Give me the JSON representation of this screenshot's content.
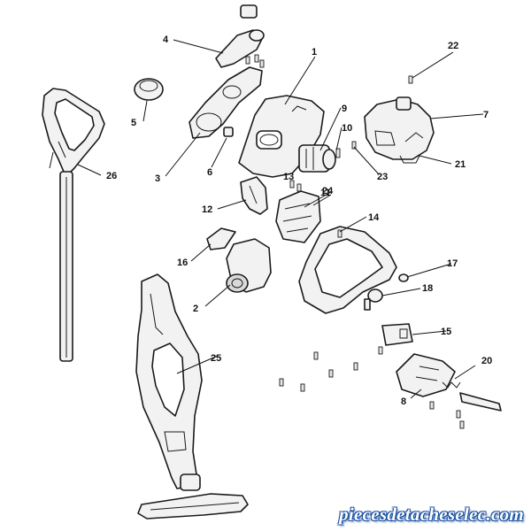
{
  "diagram": {
    "callouts": [
      {
        "id": "1",
        "text": "1"
      },
      {
        "id": "2",
        "text": "2"
      },
      {
        "id": "3",
        "text": "3"
      },
      {
        "id": "4",
        "text": "4"
      },
      {
        "id": "5",
        "text": "5"
      },
      {
        "id": "6",
        "text": "6"
      },
      {
        "id": "7",
        "text": "7"
      },
      {
        "id": "8",
        "text": "8"
      },
      {
        "id": "9",
        "text": "9"
      },
      {
        "id": "10",
        "text": "10"
      },
      {
        "id": "11",
        "text": "11"
      },
      {
        "id": "12",
        "text": "12"
      },
      {
        "id": "13",
        "text": "13"
      },
      {
        "id": "14",
        "text": "14"
      },
      {
        "id": "15",
        "text": "15"
      },
      {
        "id": "16",
        "text": "16"
      },
      {
        "id": "17",
        "text": "17"
      },
      {
        "id": "18",
        "text": "18"
      },
      {
        "id": "20",
        "text": "20"
      },
      {
        "id": "21",
        "text": "21"
      },
      {
        "id": "22",
        "text": "22"
      },
      {
        "id": "23",
        "text": "23"
      },
      {
        "id": "24",
        "text": "24"
      },
      {
        "id": "25",
        "text": "25"
      },
      {
        "id": "26",
        "text": "26"
      }
    ]
  },
  "watermark": {
    "text": "piecesdetacheselec.com"
  },
  "colors": {
    "line": "#1a1a1a",
    "part_fill": "#f2f2f2",
    "watermark_outline": "#1a4fa0"
  }
}
